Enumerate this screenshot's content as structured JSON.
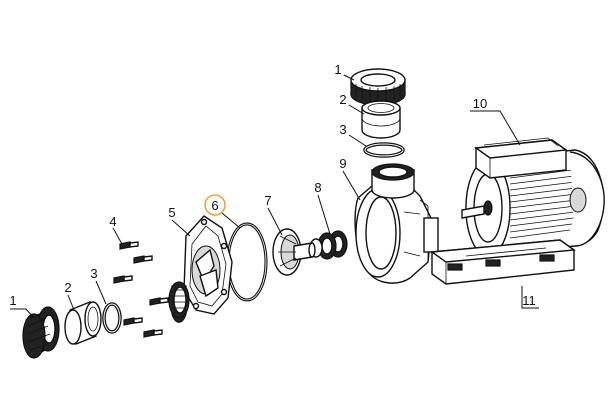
{
  "diagram": {
    "highlight_color": "#f0a030",
    "callouts": [
      {
        "id": "1a",
        "text": "1"
      },
      {
        "id": "1b",
        "text": "1"
      },
      {
        "id": "2a",
        "text": "2"
      },
      {
        "id": "2b",
        "text": "2"
      },
      {
        "id": "3a",
        "text": "3"
      },
      {
        "id": "3b",
        "text": "3"
      },
      {
        "id": "4",
        "text": "4"
      },
      {
        "id": "5",
        "text": "5"
      },
      {
        "id": "6",
        "text": "6"
      },
      {
        "id": "7",
        "text": "7"
      },
      {
        "id": "8",
        "text": "8"
      },
      {
        "id": "9",
        "text": "9"
      },
      {
        "id": "10",
        "text": "10"
      },
      {
        "id": "11",
        "text": "11"
      }
    ]
  }
}
